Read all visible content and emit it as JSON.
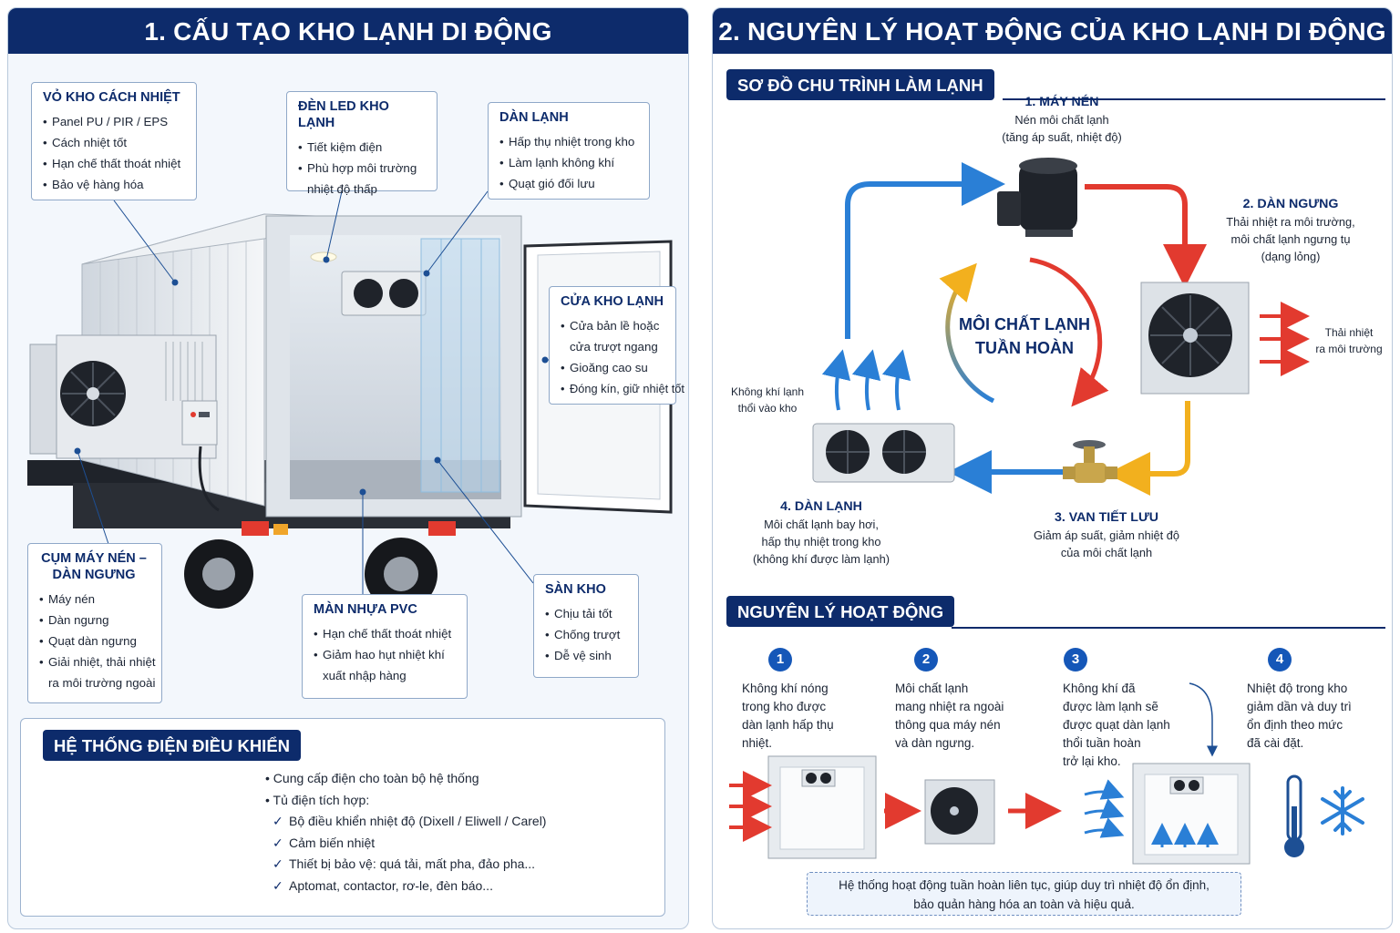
{
  "left": {
    "title": "1. CẤU TẠO KHO LẠNH DI ĐỘNG",
    "callouts": {
      "vo_kho": {
        "title": "VỎ KHO CÁCH NHIỆT",
        "items": [
          "Panel PU / PIR / EPS",
          "Cách nhiệt tốt",
          "Hạn chế thất thoát nhiệt",
          "Bảo vệ hàng hóa"
        ]
      },
      "den_led": {
        "title": "ĐÈN LED KHO LẠNH",
        "items": [
          "Tiết kiệm điện",
          "Phù hợp môi trường nhiệt độ thấp"
        ]
      },
      "dan_lanh": {
        "title": "DÀN LẠNH",
        "items": [
          "Hấp thụ nhiệt trong kho",
          "Làm lạnh không khí",
          "Quạt gió đối lưu"
        ]
      },
      "cua_kho": {
        "title": "CỬA KHO LẠNH",
        "items": [
          "Cửa bản lề hoặc cửa trượt ngang",
          "Gioăng cao su",
          "Đóng kín, giữ nhiệt tốt"
        ]
      },
      "cum_may": {
        "title": "CỤM MÁY NÉN – DÀN NGƯNG",
        "items": [
          "Máy nén",
          "Dàn ngưng",
          "Quạt dàn ngưng",
          "Giải nhiệt, thải nhiệt ra môi trường ngoài"
        ]
      },
      "man_nhua": {
        "title": "MÀN NHỰA PVC",
        "items": [
          "Hạn chế thất thoát nhiệt",
          "Giảm hao hụt nhiệt khí xuất nhập hàng"
        ]
      },
      "san_kho": {
        "title": "SÀN KHO",
        "items": [
          "Chịu tải tốt",
          "Chống trượt",
          "Dễ vệ sinh"
        ]
      }
    },
    "electrical": {
      "title": "HỆ THỐNG ĐIỆN ĐIỀU KHIỂN",
      "line1": "Cung cấp điện cho toàn bộ hệ thống",
      "line2": "Tủ điện tích hợp:",
      "subs": [
        "Bộ điều khiển nhiệt độ (Dixell / Eliwell / Carel)",
        "Cảm biến nhiệt",
        "Thiết bị bảo vệ: quá tải, mất pha, đảo pha...",
        "Aptomat, contactor, rơ-le, đèn báo..."
      ]
    }
  },
  "right": {
    "title": "2. NGUYÊN LÝ HOẠT ĐỘNG CỦA KHO LẠNH DI ĐỘNG",
    "cycle_tab": "SƠ ĐỒ CHU TRÌNH LÀM LẠNH",
    "center": [
      "MÔI CHẤT LẠNH",
      "TUẦN HOÀN"
    ],
    "compressor": {
      "title": "1. MÁY NÉN",
      "l1": "Nén môi chất lạnh",
      "l2": "(tăng áp suất, nhiệt độ)"
    },
    "condenser": {
      "title": "2. DÀN NGƯNG",
      "l1": "Thải nhiệt ra môi trường,",
      "l2": "môi chất lạnh ngưng tụ",
      "l3": "(dạng lỏng)"
    },
    "valve": {
      "title": "3. VAN TIẾT LƯU",
      "l1": "Giảm áp suất, giảm nhiệt độ",
      "l2": "của môi chất lạnh"
    },
    "evaporator": {
      "title": "4. DÀN LẠNH",
      "l1": "Môi chất lạnh bay hơi,",
      "l2": "hấp thụ nhiệt trong kho",
      "l3": "(không khí được làm lạnh)"
    },
    "hot_air": [
      "Thải nhiệt",
      "ra môi trường"
    ],
    "cold_air": [
      "Không khí lạnh",
      "thổi vào kho"
    ],
    "principle_tab": "NGUYÊN LÝ HOẠT ĐỘNG",
    "steps": [
      {
        "num": "1",
        "lines": [
          "Không khí nóng",
          "trong kho được",
          "dàn lạnh hấp thụ",
          "nhiệt."
        ]
      },
      {
        "num": "2",
        "lines": [
          "Môi chất lạnh",
          "mang nhiệt ra ngoài",
          "thông qua máy nén",
          "và dàn ngưng."
        ]
      },
      {
        "num": "3",
        "lines": [
          "Không khí đã",
          "được làm lạnh sẽ",
          "được quạt dàn lạnh",
          "thổi tuần hoàn",
          "trở lại kho."
        ]
      },
      {
        "num": "4",
        "lines": [
          "Nhiệt độ trong kho",
          "giảm dần và duy trì",
          "ổn định theo mức",
          "đã cài đặt."
        ]
      }
    ],
    "note": [
      "Hệ thống hoạt động tuần hoàn liên tục, giúp duy trì nhiệt độ ổn định,",
      "bảo quản hàng hóa an toàn và hiệu quả."
    ]
  },
  "colors": {
    "navy": "#0d2b6b",
    "hot": "#e23a2f",
    "cold": "#2a7fd6",
    "liquid": "#f2b01e"
  },
  "icons": [
    "fan-icon",
    "compressor-icon",
    "valve-icon",
    "thermometer-icon",
    "snowflake-icon",
    "arrow-icon",
    "check-icon"
  ]
}
